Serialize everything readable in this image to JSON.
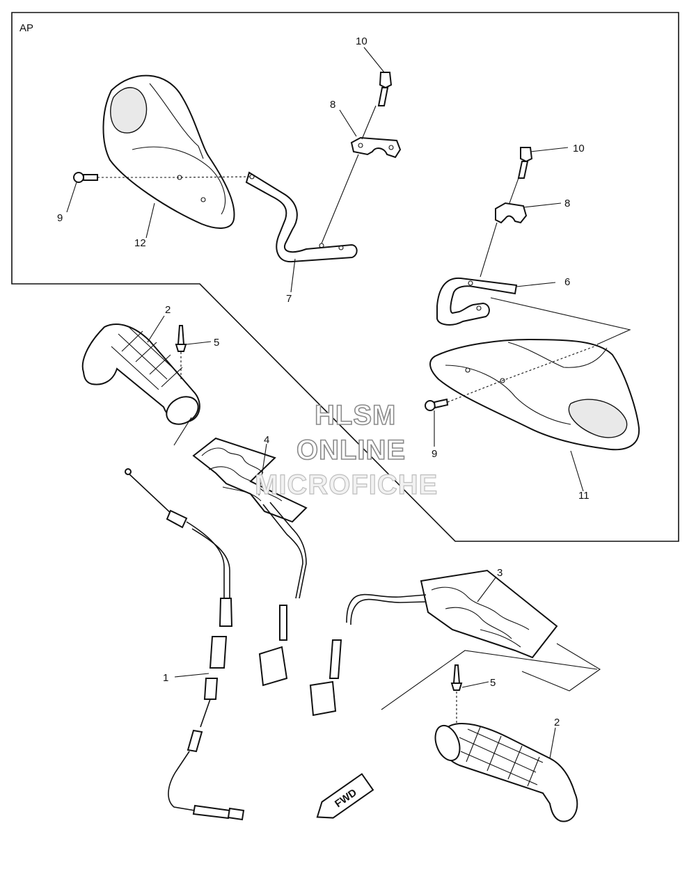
{
  "diagram": {
    "box_label": "AP",
    "callouts": {
      "c1": "1",
      "c2a": "2",
      "c2b": "2",
      "c3": "3",
      "c4": "4",
      "c5a": "5",
      "c5b": "5",
      "c6": "6",
      "c7": "7",
      "c8a": "8",
      "c8b": "8",
      "c9a": "9",
      "c9b": "9",
      "c10a": "10",
      "c10b": "10",
      "c11": "11",
      "c12": "12"
    },
    "fwd_label": "FWD",
    "watermark": {
      "line1": "HLSM",
      "line2": "ONLINE",
      "line3": "MICROFICHE"
    }
  }
}
